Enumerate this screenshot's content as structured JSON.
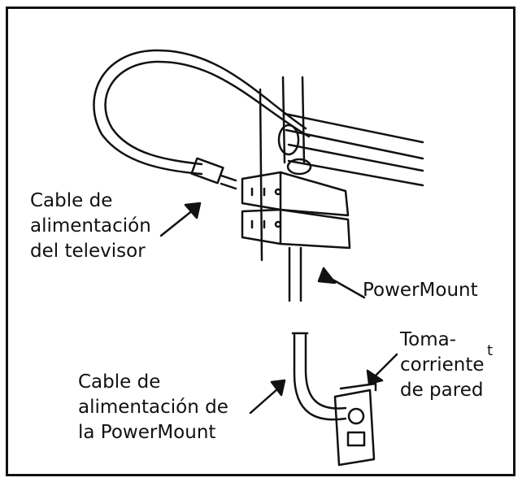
{
  "labels": {
    "tv_cable": [
      "Cable de",
      "alimentación",
      "del televisor"
    ],
    "powermount": "PowerMount",
    "outlet": [
      "Toma-",
      "corriente",
      "de pared"
    ],
    "powermount_cable": [
      "Cable de",
      "alimentación de",
      "la PowerMount"
    ],
    "stray": "t"
  },
  "colors": {
    "line": "#111111",
    "background": "#ffffff"
  }
}
